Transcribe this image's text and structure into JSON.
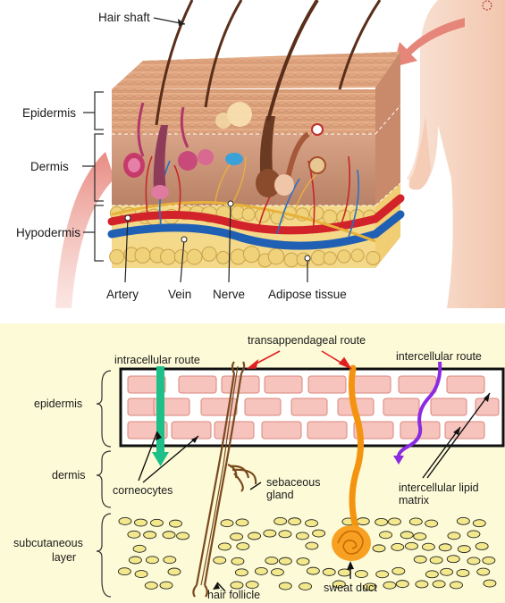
{
  "top_panel": {
    "labels": {
      "hair_shaft": "Hair shaft",
      "epidermis": "Epidermis",
      "dermis": "Dermis",
      "hypodermis": "Hypodermis",
      "artery": "Artery",
      "vein": "Vein",
      "nerve": "Nerve",
      "adipose": "Adipose tissue"
    },
    "colors": {
      "epidermis": "#dba27c",
      "dermis": "#c89274",
      "fat": "#f0d27a",
      "artery": "#d2222a",
      "vein": "#1f5fb4",
      "nerve": "#e8a21a",
      "body_skin": "#f6d5c2",
      "arrow": "#e6857a"
    }
  },
  "bottom_panel": {
    "labels": {
      "intracellular_route": "intracellular route",
      "transappendageal_route": "transappendageal route",
      "intercellular_route": "intercellular route",
      "epidermis": "epidermis",
      "dermis": "dermis",
      "subcutaneous_line1": "subcutaneous",
      "subcutaneous_line2": "layer",
      "corneocytes": "corneocytes",
      "sebaceous_line1": "sebaceous",
      "sebaceous_line2": "gland",
      "lipid_line1": "intercellular lipid",
      "lipid_line2": "matrix",
      "hair_follicle": "hair follicle",
      "sweat_duct": "sweat duct"
    },
    "colors": {
      "background": "#fdfbd7",
      "corneocyte_fill": "#f6c4bd",
      "corneocyte_stroke": "#d9867b",
      "intracellular_arrow": "#1ec08a",
      "intercellular_arrow": "#8a2be2",
      "red_arrow": "#e02020",
      "hair_follicle": "#7a4a1e",
      "sweat_duct": "#f3930f",
      "fat_cell": "#f3e98c"
    }
  }
}
